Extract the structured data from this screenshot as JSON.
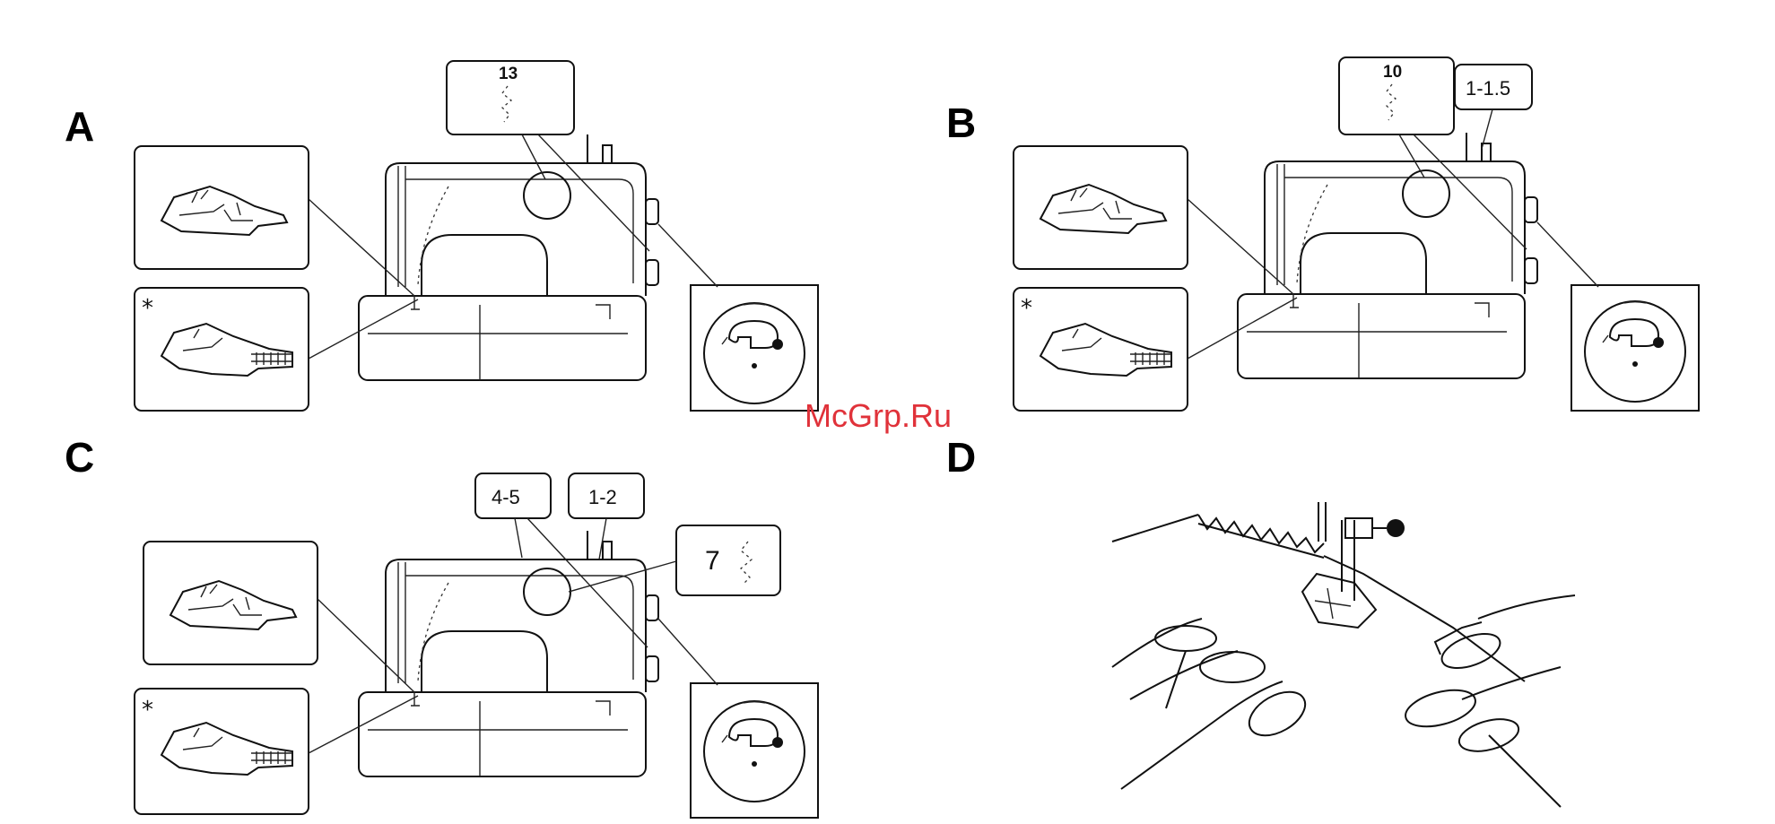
{
  "panels": [
    {
      "letter": "A"
    },
    {
      "letter": "B"
    },
    {
      "letter": "C"
    },
    {
      "letter": "D"
    }
  ],
  "callouts": {
    "a_stitch_number": "13",
    "b_stitch_number": "10",
    "b_length": "1-1.5",
    "c_width": "4-5",
    "c_length": "1-2",
    "c_stitch_number": "7"
  },
  "optional_mark": "*",
  "watermark": "McGrp.Ru",
  "colors": {
    "ink": "#111111",
    "watermark": "#e0323a",
    "background": "#ffffff"
  }
}
